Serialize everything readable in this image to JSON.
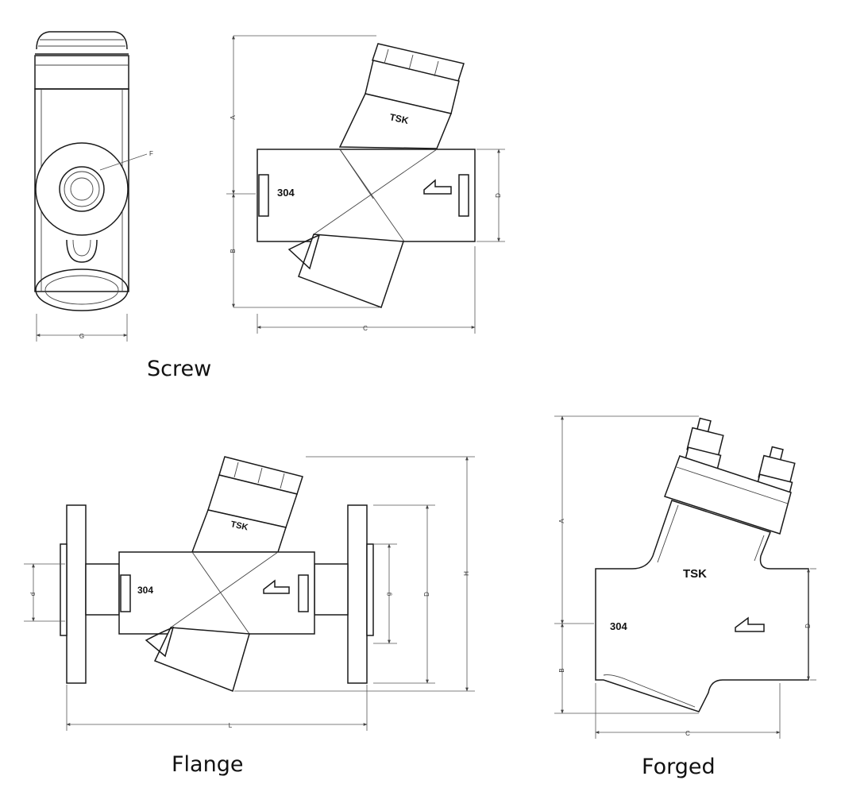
{
  "captions": {
    "screw": "Screw",
    "flange": "Flange",
    "forged": "Forged"
  },
  "screw": {
    "dims": {
      "A": "A",
      "B": "B",
      "C": "C",
      "D": "D",
      "F": "F",
      "G": "G"
    },
    "marks": {
      "material": "304",
      "brand": "TSK"
    }
  },
  "flange": {
    "dims": {
      "d": "d",
      "g": "g",
      "D": "D",
      "H": "H",
      "L": "L"
    },
    "marks": {
      "material": "304",
      "brand": "TSK"
    }
  },
  "forged": {
    "dims": {
      "A": "A",
      "B": "B",
      "C": "C",
      "D": "D"
    },
    "marks": {
      "material": "304",
      "brand": "TSK"
    }
  }
}
